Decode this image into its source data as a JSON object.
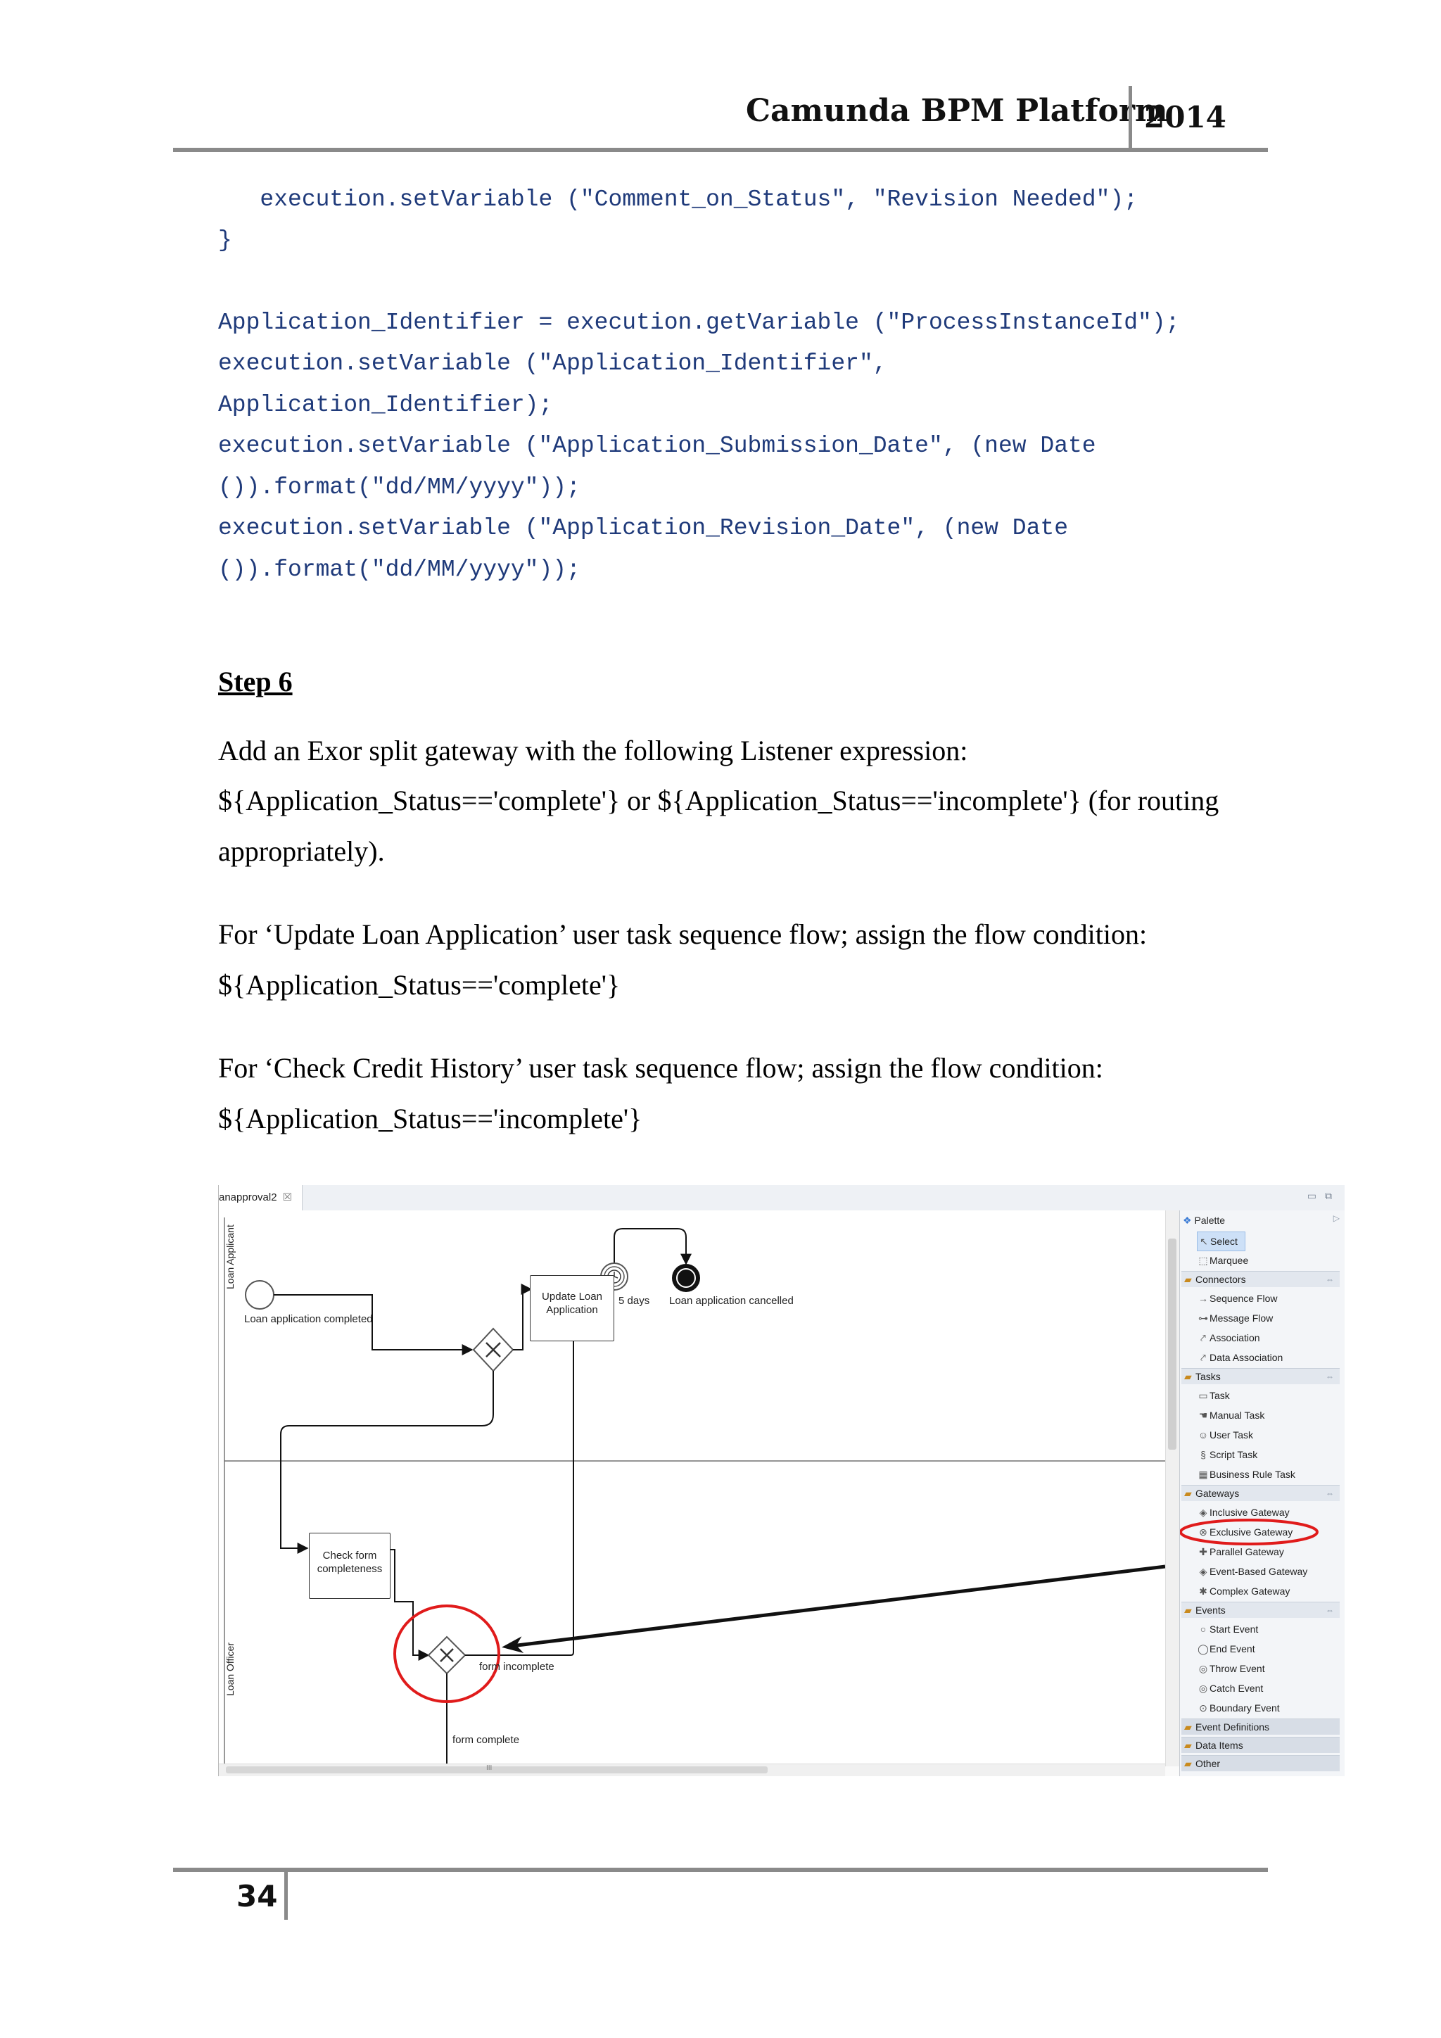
{
  "header": {
    "title": "Camunda BPM Platform",
    "year": "2014"
  },
  "code_lines": [
    "   execution.setVariable (\"Comment_on_Status\", \"Revision Needed\");",
    "}",
    "",
    "Application_Identifier = execution.getVariable (\"ProcessInstanceId\");",
    "execution.setVariable (\"Application_Identifier\",",
    "Application_Identifier);",
    "execution.setVariable (\"Application_Submission_Date\", (new Date",
    "()).format(\"dd/MM/yyyy\"));",
    "execution.setVariable (\"Application_Revision_Date\", (new Date",
    "()).format(\"dd/MM/yyyy\"));"
  ],
  "step": {
    "heading": "Step 6",
    "p1": [
      "Add an Exor split gateway with the following Listener expression:",
      "${Application_Status=='complete'} or ${Application_Status=='incomplete'} (for routing",
      "appropriately)."
    ],
    "p2": [
      "For ‘Update Loan Application’ user task sequence flow; assign the flow condition:",
      "${Application_Status=='complete'}"
    ],
    "p3": [
      "For ‘Check Credit History’ user task sequence flow; assign the flow condition:",
      "${Application_Status=='incomplete'}"
    ]
  },
  "screenshot": {
    "tab_label": "anapproval2",
    "tab_close": "☒",
    "window_buttons": {
      "minimize": "▭",
      "maximize": "⧉"
    },
    "scroll_grip": "III",
    "lanes": [
      "Loan Applicant",
      "Loan Officer"
    ],
    "diagram": {
      "start_event_label": "Loan application completed",
      "task_update": "Update Loan Application",
      "task_check": "Check form completeness",
      "timer_label": "5 days",
      "end_event_label": "Loan application cancelled",
      "flow_incomplete": "form incomplete",
      "flow_complete": "form complete"
    },
    "palette": {
      "title": "Palette",
      "tools": [
        "Select",
        "Marquee"
      ],
      "groups": [
        {
          "label": "Connectors",
          "items": [
            "Sequence Flow",
            "Message Flow",
            "Association",
            "Data Association"
          ]
        },
        {
          "label": "Tasks",
          "items": [
            "Task",
            "Manual Task",
            "User Task",
            "Script Task",
            "Business Rule Task"
          ]
        },
        {
          "label": "Gateways",
          "items": [
            "Inclusive Gateway",
            "Exclusive Gateway",
            "Parallel Gateway",
            "Event-Based Gateway",
            "Complex Gateway"
          ]
        },
        {
          "label": "Events",
          "items": [
            "Start Event",
            "End Event",
            "Throw Event",
            "Catch Event",
            "Boundary Event"
          ]
        }
      ],
      "collapsed_groups": [
        "Event Definitions",
        "Data Items",
        "Other"
      ]
    },
    "annotation_color": "#e01b1b"
  },
  "footer": {
    "page_number": "34"
  }
}
